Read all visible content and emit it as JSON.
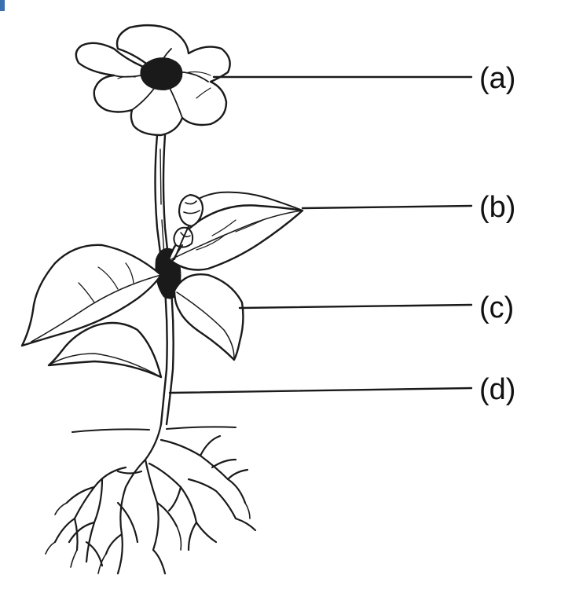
{
  "labels": {
    "a": "(a)",
    "b": "(b)",
    "c": "(c)",
    "d": "(d)"
  },
  "colors": {
    "ink": "#1a1a1a",
    "background": "#ffffff",
    "corner_mark": "#3a6fb0"
  }
}
